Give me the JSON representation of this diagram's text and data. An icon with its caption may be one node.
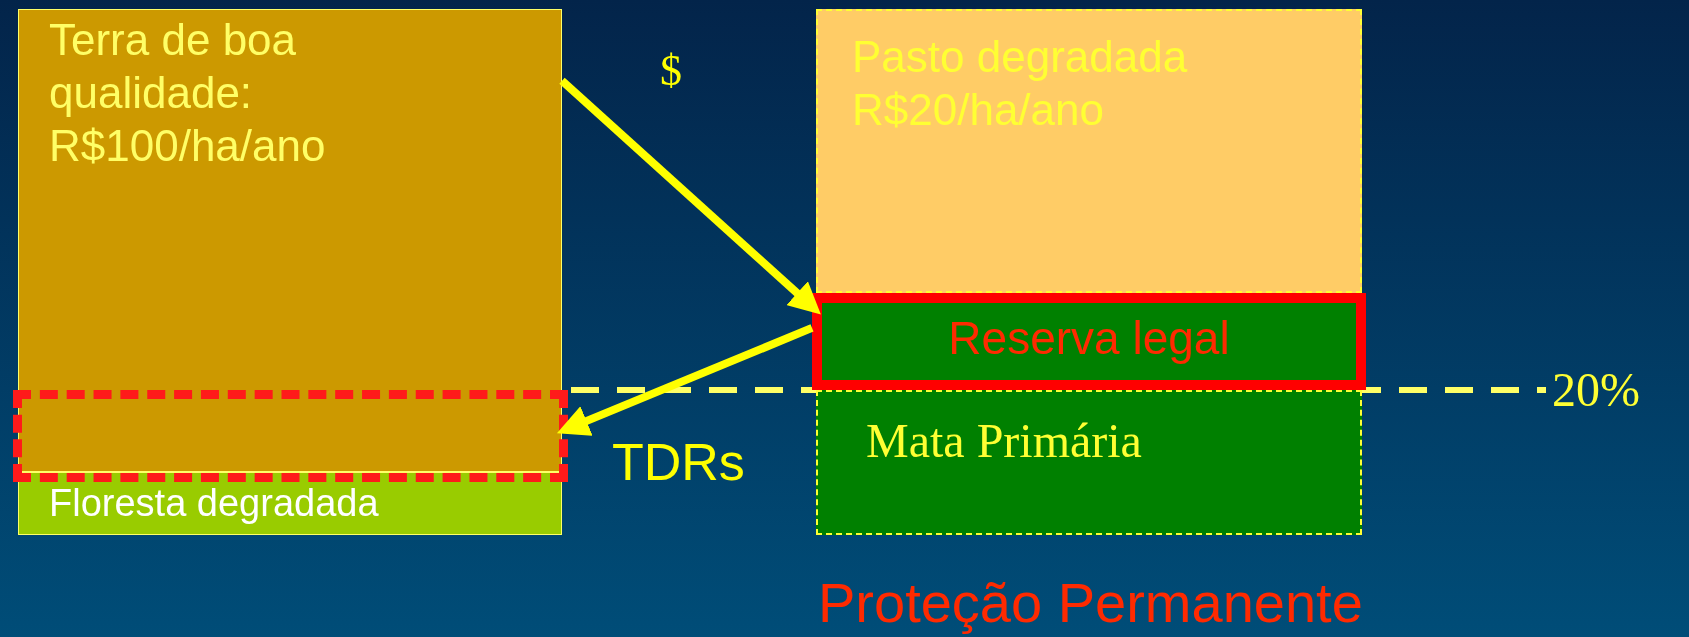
{
  "diagram": {
    "nodes": [
      {
        "text": [
          "Terra de boa qualidade: R$100/ha/ano"
        ]
      },
      {
        "text": [
          "Floresta degradada"
        ]
      },
      {
        "text": [],
        "shape": "box"
      },
      {
        "text": [
          "Pasto degradada R$20/ha/ano"
        ]
      },
      {
        "text": [
          "Reserva legal"
        ]
      },
      {
        "text": [
          "Mata Primária"
        ]
      }
    ],
    "edges": [
      {
        "from": 0,
        "to": 4,
        "arrow": "to",
        "label": "$"
      },
      {
        "from": 4,
        "to": 2,
        "arrow": "to",
        "label": "TDRs"
      }
    ],
    "labels": [
      "20%",
      "Proteção Permanente"
    ]
  }
}
